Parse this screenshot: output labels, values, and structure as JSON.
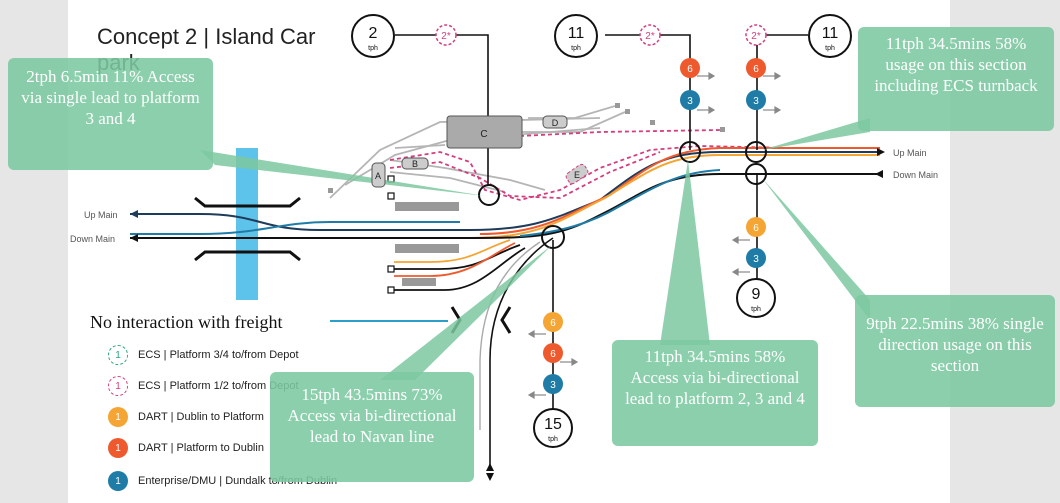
{
  "title": "Concept 2 | Island Car park",
  "track_labels": {
    "up_main_left": "Up Main",
    "down_main_left": "Down Main",
    "up_main_right": "Up Main",
    "down_main_right": "Down Main"
  },
  "sidings": {
    "c": "C",
    "d": "D",
    "b": "B",
    "a": "A",
    "e": "E"
  },
  "tph_badges": [
    {
      "id": "top-left",
      "value": "2",
      "unit": "tph"
    },
    {
      "id": "top-mid",
      "value": "11",
      "unit": "tph"
    },
    {
      "id": "top-right",
      "value": "11",
      "unit": "tph"
    },
    {
      "id": "bottom-right",
      "value": "9",
      "unit": "tph"
    },
    {
      "id": "bottom-mid",
      "value": "15",
      "unit": "tph"
    }
  ],
  "ecs_markers": [
    "2*",
    "2*",
    "2*"
  ],
  "service_dots": {
    "mid_top": [
      "6",
      "3"
    ],
    "right_top": [
      "6",
      "3"
    ],
    "right_bottom": [
      "6",
      "3"
    ],
    "bottom": [
      "6",
      "6",
      "3"
    ]
  },
  "callouts": {
    "c1": "2tph 6.5min 11% Access via single lead to platform 3 and 4",
    "c2": "11tph 34.5mins 58% usage on this section including ECS turnback",
    "c3": "9tph 22.5mins 38% single direction usage on this section",
    "c4": "11tph 34.5mins 58% Access via bi-directional lead to platform 2, 3 and 4",
    "c5": "15tph 43.5mins 73% Access via bi-directional lead to Navan line"
  },
  "freight_note": "No interaction with freight",
  "legend": [
    {
      "symbol": "1",
      "style": "dash-green",
      "label": "ECS | Platform 3/4 to/from Depot"
    },
    {
      "symbol": "1",
      "style": "dash-pink",
      "label": "ECS | Platform 1/2 to/from Depot"
    },
    {
      "symbol": "1",
      "style": "orange",
      "label": "DART | Dublin to Platform"
    },
    {
      "symbol": "1",
      "style": "red",
      "label": "DART | Platform to Dublin"
    },
    {
      "symbol": "1",
      "style": "blue",
      "label": "Enterprise/DMU | Dundalk to/from Dublin"
    }
  ],
  "colors": {
    "dart_up": "#f4a533",
    "dart_down": "#ee5a2e",
    "enterprise": "#1f7ca6",
    "ecs_pink": "#d43d7e",
    "ecs_green": "#2aa67a",
    "callout": "#7cc8a0",
    "platform": "#5ec3ea"
  }
}
